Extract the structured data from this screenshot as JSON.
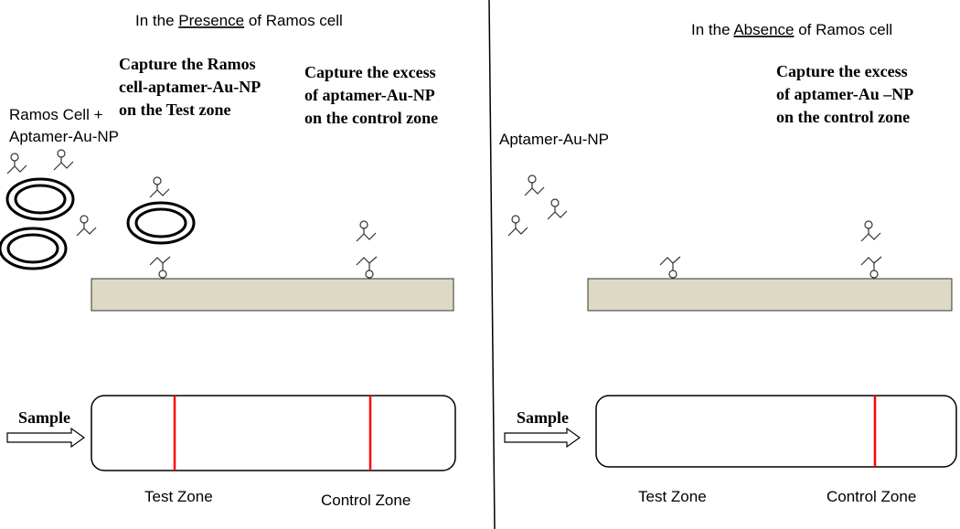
{
  "left_panel": {
    "title_prefix": "In the ",
    "title_underlined": "Presence",
    "title_suffix": " of Ramos cell",
    "reagent_line1": "Ramos Cell +",
    "reagent_line2": "Aptamer-Au-NP",
    "test_caption": [
      "Capture the Ramos",
      "cell-aptamer-Au-NP",
      "on the Test zone"
    ],
    "control_caption": [
      "Capture the excess",
      "of aptamer-Au-NP",
      "on the control zone"
    ],
    "sample_label": "Sample",
    "test_zone_label": "Test Zone",
    "control_zone_label": "Control Zone",
    "test_line_visible": true,
    "control_line_visible": true
  },
  "right_panel": {
    "title_prefix": "In the ",
    "title_underlined": "Absence",
    "title_suffix": " of Ramos cell",
    "reagent_label": "Aptamer-Au-NP",
    "control_caption": [
      "Capture the excess",
      "of aptamer-Au –NP",
      "on the control zone"
    ],
    "sample_label": "Sample",
    "test_zone_label": "Test Zone",
    "control_zone_label": "Control Zone",
    "test_line_visible": false,
    "control_line_visible": true
  },
  "colors": {
    "substrate_fill": "#ddd9c4",
    "line_color": "#ff0000",
    "stroke": "#333333"
  }
}
